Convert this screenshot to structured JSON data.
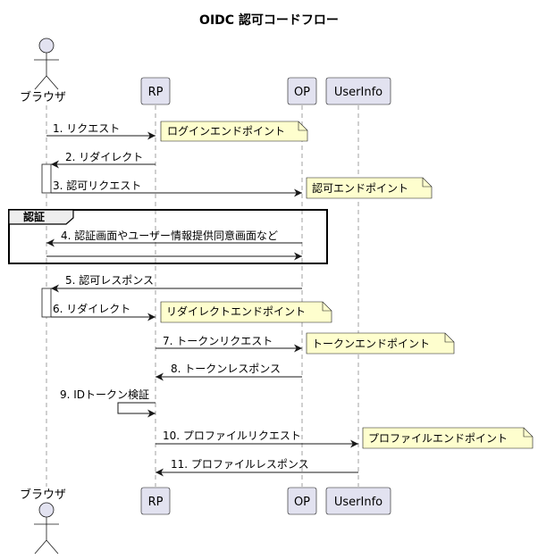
{
  "title": "OIDC 認可コードフロー",
  "participants": {
    "browser": "ブラウザ",
    "rp": "RP",
    "op": "OP",
    "userinfo": "UserInfo"
  },
  "messages": [
    "1. リクエスト",
    "2. リダイレクト",
    "3. 認可リクエスト",
    "4. 認証画面やユーザー情報提供同意画面など",
    "",
    "5. 認可レスポンス",
    "6. リダイレクト",
    "7. トークンリクエスト",
    "8. トークンレスポンス",
    "9. IDトークン検証",
    "10. プロファイルリクエスト",
    "11. プロファイルレスポンス"
  ],
  "notes": [
    "ログインエンドポイント",
    "認可エンドポイント",
    "リダイレクトエンドポイント",
    "トークンエンドポイント",
    "プロファイルエンドポイント"
  ],
  "group": {
    "label": "認証"
  }
}
